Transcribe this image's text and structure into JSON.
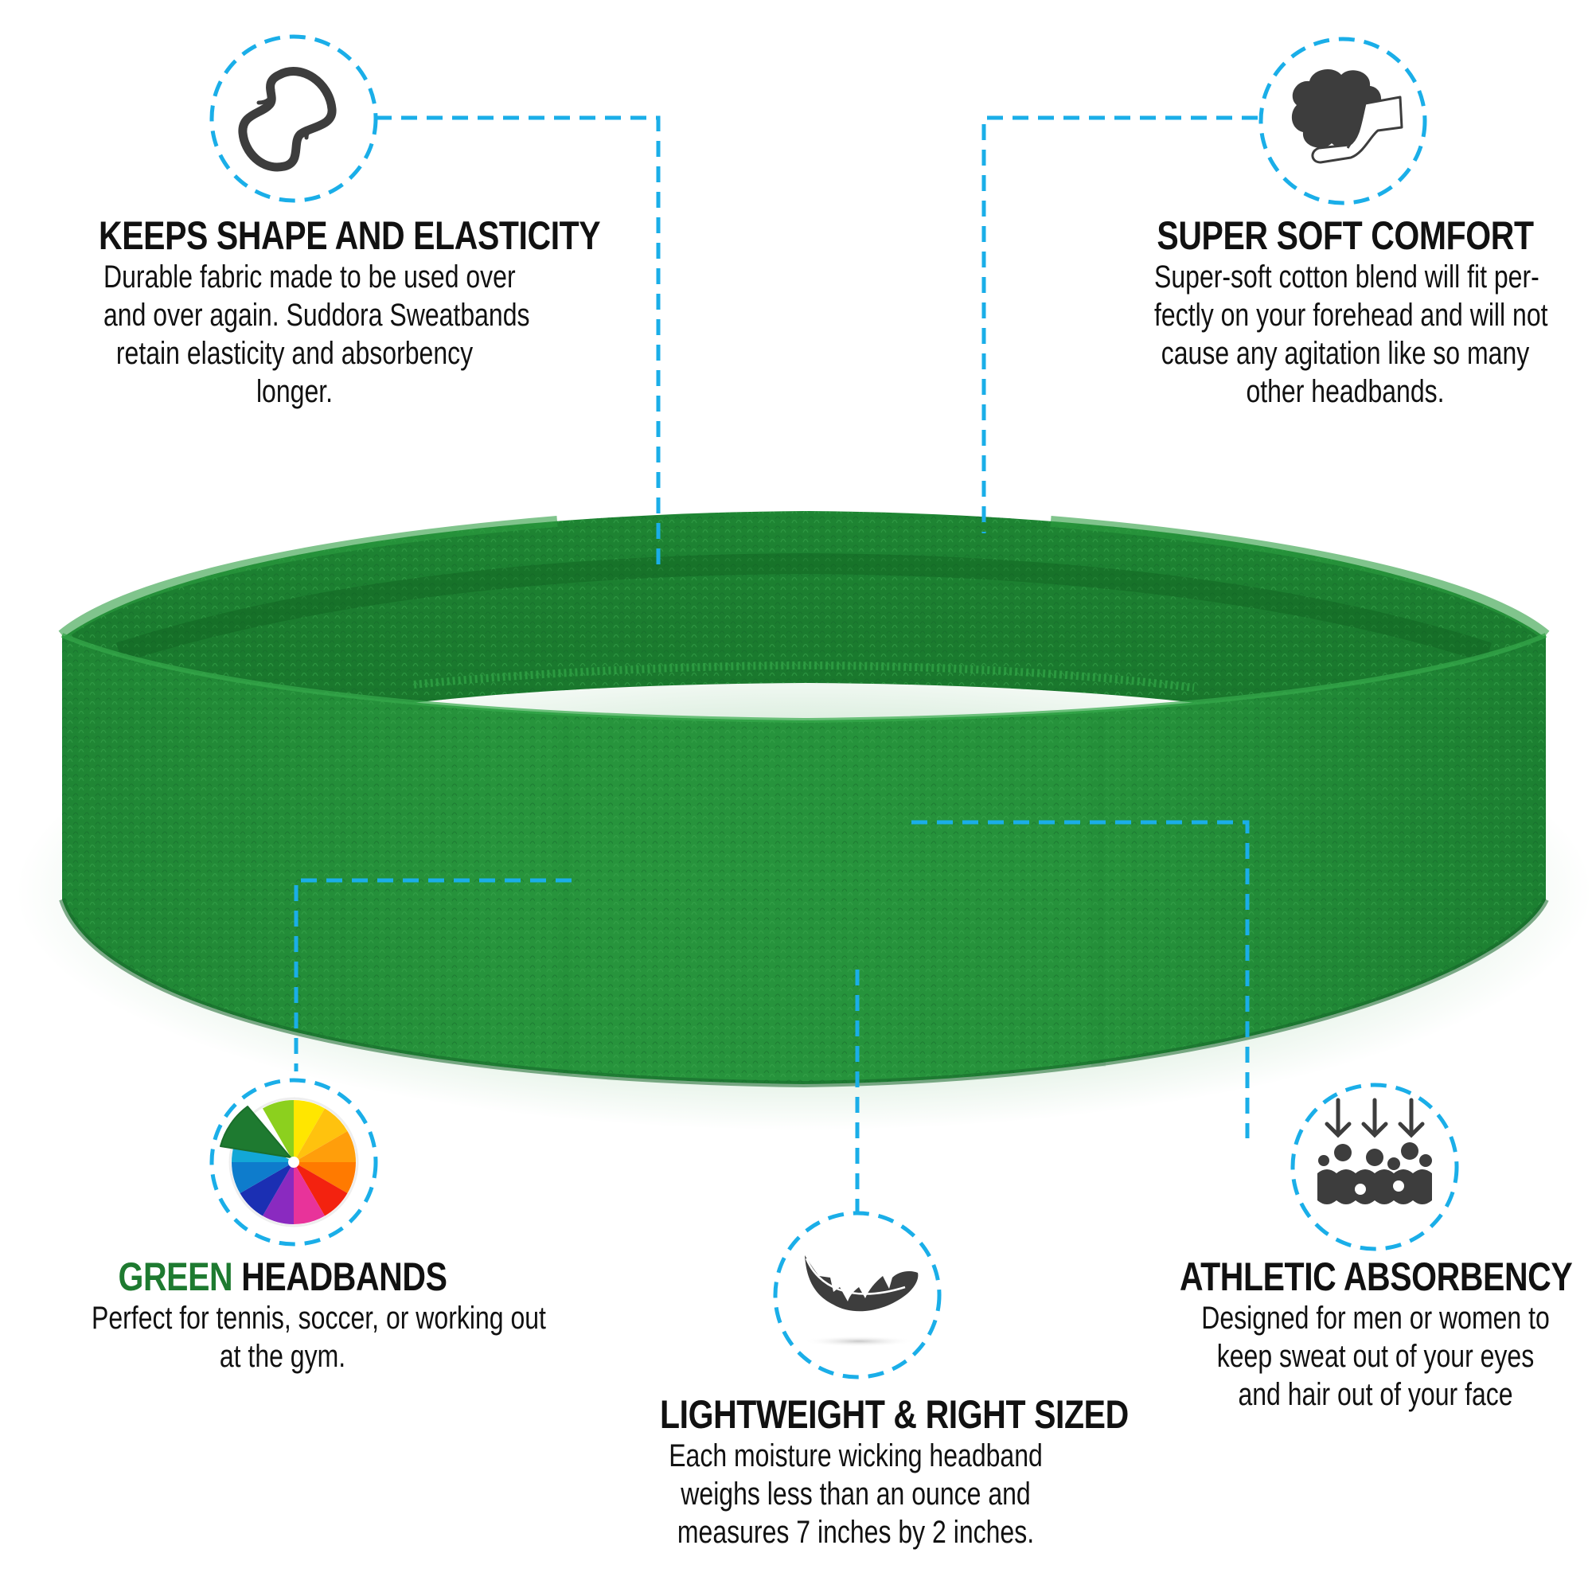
{
  "colors": {
    "connector_blue": "#1aaee8",
    "icon_gray": "#3d3d3d",
    "headband_green": "#24913a",
    "headband_green_dark": "#17702a",
    "headband_green_light": "#34a548",
    "accent_green_text": "#1e7a30",
    "text": "#111111",
    "background": "#ffffff"
  },
  "product": {
    "name": "Green headband",
    "color_name": "GREEN"
  },
  "features": [
    {
      "id": "shape",
      "icon": "elastic-band-icon",
      "heading": "KEEPS SHAPE AND ELASTICITY",
      "body": [
        "Durable fabric made to be used over",
        "and over again. Suddora Sweatbands",
        "retain elasticity and absorbency",
        "longer."
      ]
    },
    {
      "id": "soft",
      "icon": "cotton-in-hand-icon",
      "heading": "SUPER SOFT COMFORT",
      "body": [
        "Super-soft cotton blend will fit per-",
        "fectly on your forehead and will not",
        "cause any agitation like so many",
        "other headbands."
      ]
    },
    {
      "id": "green",
      "icon": "color-wheel-icon",
      "heading_accent": "GREEN",
      "heading": "HEADBANDS",
      "body": [
        "Perfect for tennis, soccer, or working out",
        "at the gym."
      ]
    },
    {
      "id": "light",
      "icon": "feather-icon",
      "heading": "LIGHTWEIGHT & RIGHT SIZED",
      "body": [
        "Each moisture wicking headband",
        "weighs less than an ounce and",
        "measures 7 inches by 2 inches."
      ]
    },
    {
      "id": "absorb",
      "icon": "absorbency-icon",
      "heading": "ATHLETIC ABSORBENCY",
      "body": [
        "Designed for men or women to",
        "keep sweat out of your eyes",
        "and hair out of your face"
      ]
    }
  ]
}
